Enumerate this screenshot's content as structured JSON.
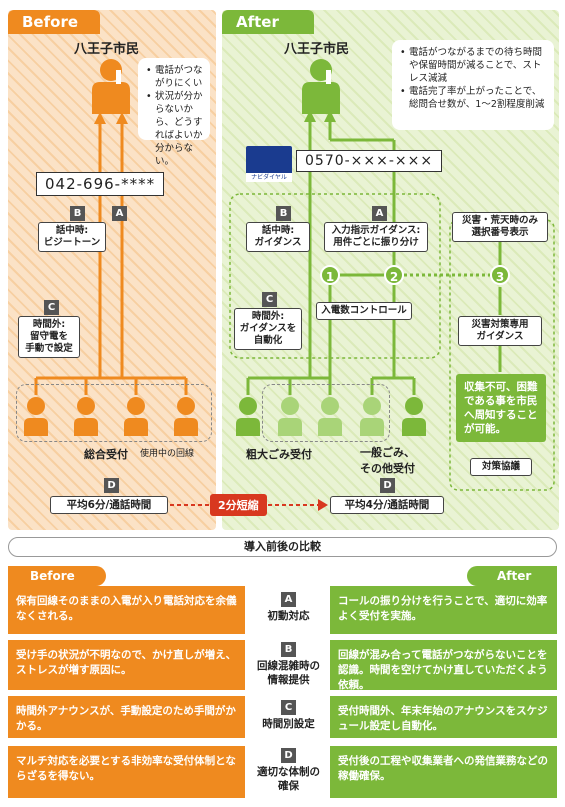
{
  "before": {
    "tab": "Before",
    "title": "八王子市民",
    "notes": [
      "電話がつながりにくい",
      "状況が分からないから、どうすればよいか分からない。"
    ],
    "phone": "042-696-****",
    "b_label": "話中時:\nビジートーン",
    "c_label": "時間外:\n留守電を\n手動で設定",
    "operators_label": "総合受付",
    "lines_label": "使用中の回線",
    "d_label": "平均6分/通話時間"
  },
  "after": {
    "tab": "After",
    "title": "八王子市民",
    "notes": [
      "電話がつながるまでの待ち時間や保留時間が減ることで、ストレス減減",
      "電話完了率が上がったことで、総問合せ数が、1〜2割程度削減"
    ],
    "navi_logo": "ナビダイヤル",
    "phone": "0570-×××-×××",
    "b_label": "話中時:\nガイダンス",
    "a_label": "入力指示ガイダンス:\n用件ごとに振り分け",
    "c_label": "時間外:\nガイダンスを\n自動化",
    "control_label": "入電数コントロール",
    "disaster_label": "災害・荒天時のみ\n選択番号表示",
    "disaster_guidance": "災害対策専用\nガイダンス",
    "disaster_note": "収集不可、困難である事を市民へ周知することが可能。",
    "policy_label": "対策協議",
    "group1_label": "粗大ごみ受付",
    "group2_label": "一般ごみ、\nその他受付",
    "d_label": "平均4分/通話時間"
  },
  "letters": {
    "a": "A",
    "b": "B",
    "c": "C",
    "d": "D"
  },
  "circles": [
    "1",
    "2",
    "3"
  ],
  "reduction": "2分短縮",
  "comparison": {
    "header": "導入前後の比較",
    "before_tab": "Before",
    "after_tab": "After",
    "rows": [
      {
        "letter": "A",
        "left": "保有回線そのままの入電が入り電話対応を余儀なくされる。",
        "mid": "初動対応",
        "right": "コールの振り分けを行うことで、適切に効率よく受付を実施。"
      },
      {
        "letter": "B",
        "left": "受け手の状況が不明なので、かけ直しが増え、ストレスが増す原因に。",
        "mid": "回線混雑時の\n情報提供",
        "right": "回線が混み合って電話がつながらないことを認識。時間を空けてかけ直していただくよう依頼。"
      },
      {
        "letter": "C",
        "left": "時間外アナウンスが、手動設定のため手間がかかる。",
        "mid": "時間別設定",
        "right": "受付時間外、年末年始のアナウンスをスケジュール設定し自動化。"
      },
      {
        "letter": "D",
        "left": "マルチ対応を必要とする非効率な受付体制とならざるを得ない。",
        "mid": "適切な体制の\n確保",
        "right": "受付後の工程や収集業者への発信業務などの稼働確保。"
      }
    ]
  }
}
